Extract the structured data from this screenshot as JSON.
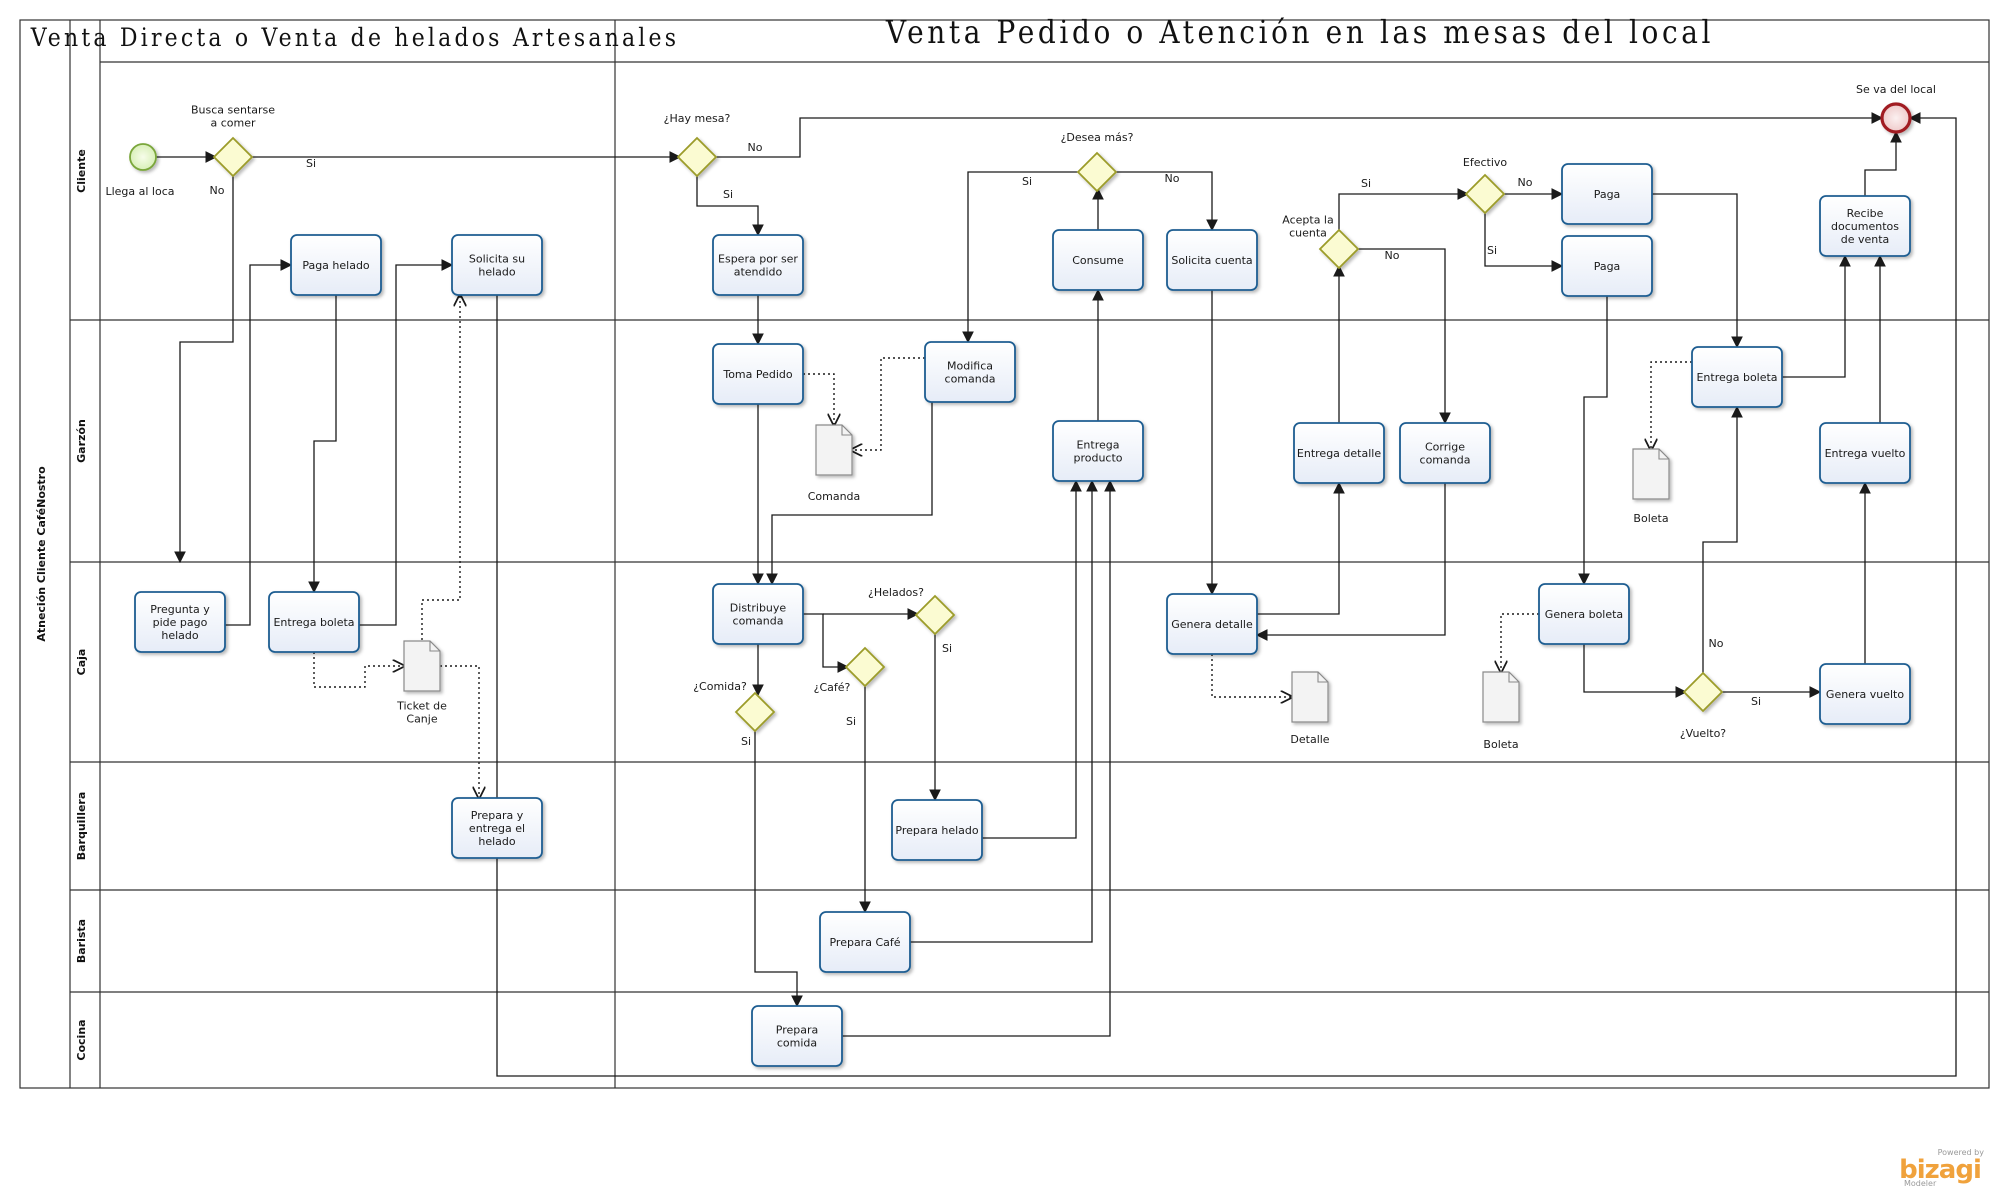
{
  "pool": {
    "title": "Atneción Cliente CaféNostro"
  },
  "phases": [
    {
      "id": "ph1",
      "title": "Venta Directa o Venta de helados Artesanales"
    },
    {
      "id": "ph2",
      "title": "Venta Pedido o Atención en las mesas del local"
    }
  ],
  "lanes": [
    {
      "id": "cliente",
      "title": "Cliente"
    },
    {
      "id": "garzon",
      "title": "Garzón"
    },
    {
      "id": "caja",
      "title": "Caja"
    },
    {
      "id": "barquillera",
      "title": "Barquillera"
    },
    {
      "id": "barista",
      "title": "Barista"
    },
    {
      "id": "cocina",
      "title": "Cocina"
    }
  ],
  "events": [
    {
      "id": "start",
      "kind": "start",
      "lines": [
        "Llega al loca"
      ]
    },
    {
      "id": "end",
      "kind": "end",
      "lines": [
        "Se va del local"
      ]
    }
  ],
  "tasks": [
    {
      "id": "t_paga_helado",
      "lines": [
        "Paga helado"
      ]
    },
    {
      "id": "t_solicita_helado",
      "lines": [
        "Solicita su",
        "helado"
      ]
    },
    {
      "id": "t_pregunta",
      "lines": [
        "Pregunta y",
        "pide pago",
        "helado"
      ]
    },
    {
      "id": "t_entrega_boleta1",
      "lines": [
        "Entrega boleta"
      ]
    },
    {
      "id": "t_prepara_entrega_helado",
      "lines": [
        "Prepara y",
        "entrega el",
        "helado"
      ]
    },
    {
      "id": "t_espera",
      "lines": [
        "Espera por ser",
        "atendido"
      ]
    },
    {
      "id": "t_toma_pedido",
      "lines": [
        "Toma Pedido"
      ]
    },
    {
      "id": "t_modifica",
      "lines": [
        "Modifica",
        "comanda"
      ]
    },
    {
      "id": "t_distribuye",
      "lines": [
        "Distribuye",
        "comanda"
      ]
    },
    {
      "id": "t_prepara_helado",
      "lines": [
        "Prepara helado"
      ]
    },
    {
      "id": "t_prepara_cafe",
      "lines": [
        "Prepara Café"
      ]
    },
    {
      "id": "t_prepara_comida",
      "lines": [
        "Prepara",
        "comida"
      ]
    },
    {
      "id": "t_entrega_producto",
      "lines": [
        "Entrega",
        "producto"
      ]
    },
    {
      "id": "t_consume",
      "lines": [
        "Consume"
      ]
    },
    {
      "id": "t_solicita_cuenta",
      "lines": [
        "Solicita cuenta"
      ]
    },
    {
      "id": "t_genera_detalle",
      "lines": [
        "Genera detalle"
      ]
    },
    {
      "id": "t_entrega_detalle",
      "lines": [
        "Entrega detalle"
      ]
    },
    {
      "id": "t_corrige",
      "lines": [
        "Corrige",
        "comanda"
      ]
    },
    {
      "id": "t_paga_no",
      "lines": [
        "Paga"
      ]
    },
    {
      "id": "t_paga_si",
      "lines": [
        "Paga"
      ]
    },
    {
      "id": "t_genera_boleta",
      "lines": [
        "Genera boleta"
      ]
    },
    {
      "id": "t_entrega_boleta2",
      "lines": [
        "Entrega boleta"
      ]
    },
    {
      "id": "t_recibe_docs",
      "lines": [
        "Recibe",
        "documentos",
        "de venta"
      ]
    },
    {
      "id": "t_entrega_vuelto",
      "lines": [
        "Entrega vuelto"
      ]
    },
    {
      "id": "t_genera_vuelto",
      "lines": [
        "Genera vuelto"
      ]
    }
  ],
  "gateways": [
    {
      "id": "g_sentarse",
      "lines": [
        "Busca sentarse",
        "a comer"
      ]
    },
    {
      "id": "g_mesa",
      "lines": [
        "¿Hay mesa?"
      ]
    },
    {
      "id": "g_desea",
      "lines": [
        "¿Desea más?"
      ]
    },
    {
      "id": "g_acepta",
      "lines": [
        "Acepta la",
        "cuenta"
      ]
    },
    {
      "id": "g_efectivo",
      "lines": [
        "Efectivo"
      ]
    },
    {
      "id": "g_helados",
      "lines": [
        "¿Helados?"
      ]
    },
    {
      "id": "g_cafe",
      "lines": [
        "¿Café?"
      ]
    },
    {
      "id": "g_comida",
      "lines": [
        "¿Comida?"
      ]
    },
    {
      "id": "g_vuelto",
      "lines": [
        "¿Vuelto?"
      ]
    }
  ],
  "documents": [
    {
      "id": "d_ticket",
      "lines": [
        "Ticket de",
        "Canje"
      ]
    },
    {
      "id": "d_comanda",
      "lines": [
        "Comanda"
      ]
    },
    {
      "id": "d_detalle",
      "lines": [
        "Detalle"
      ]
    },
    {
      "id": "d_boleta_caja",
      "lines": [
        "Boleta"
      ]
    },
    {
      "id": "d_boleta_garzon",
      "lines": [
        "Boleta"
      ]
    }
  ],
  "flow_labels": [
    {
      "id": "fl_si_sentarse",
      "text": "Si"
    },
    {
      "id": "fl_no_sentarse",
      "text": "No"
    },
    {
      "id": "fl_no_mesa",
      "text": "No"
    },
    {
      "id": "fl_si_mesa",
      "text": "Si"
    },
    {
      "id": "fl_si_desea",
      "text": "Si"
    },
    {
      "id": "fl_no_desea",
      "text": "No"
    },
    {
      "id": "fl_si_acepta",
      "text": "Si"
    },
    {
      "id": "fl_no_acepta",
      "text": "No"
    },
    {
      "id": "fl_no_efectivo",
      "text": "No"
    },
    {
      "id": "fl_si_efectivo",
      "text": "Si"
    },
    {
      "id": "fl_si_helados",
      "text": "Si"
    },
    {
      "id": "fl_si_cafe",
      "text": "Si"
    },
    {
      "id": "fl_si_comida",
      "text": "Si"
    },
    {
      "id": "fl_no_vuelto",
      "text": "No"
    },
    {
      "id": "fl_si_vuelto",
      "text": "Si"
    }
  ],
  "watermark": {
    "powered": "Powered by",
    "brand": "bizagi",
    "sub": "Modeler"
  },
  "colors": {
    "task_border": "#1f5d91",
    "task_fill_top": "#ffffff",
    "task_fill_bottom": "#e9eef8",
    "gateway_fill": "#fbfbd2",
    "gateway_border": "#9c9c2a",
    "start_fill": "#ebf9d4",
    "start_border": "#7aa63a",
    "end_fill": "#f6dede",
    "end_border": "#a11f24",
    "line": "#1a1a1a"
  }
}
